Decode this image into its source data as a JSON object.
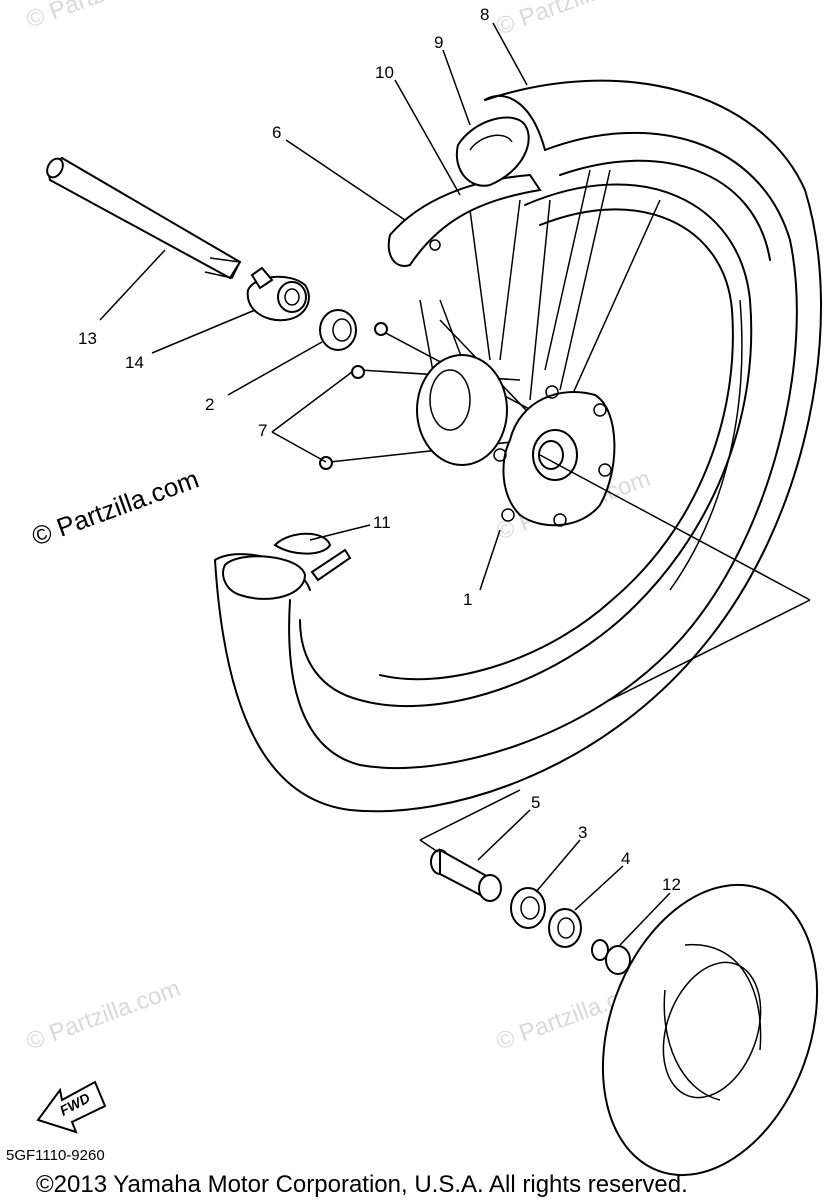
{
  "watermarks": [
    "© Partzilla.com",
    "© Partzilla.com",
    "© Partzilla.com",
    "© Partzilla.com",
    "© Partzilla.com",
    "© Partzilla.com"
  ],
  "main_watermark": "© Partzilla.com",
  "callouts": [
    {
      "num": "1"
    },
    {
      "num": "2"
    },
    {
      "num": "3"
    },
    {
      "num": "4"
    },
    {
      "num": "5"
    },
    {
      "num": "6"
    },
    {
      "num": "7"
    },
    {
      "num": "8"
    },
    {
      "num": "9"
    },
    {
      "num": "10"
    },
    {
      "num": "11"
    },
    {
      "num": "12"
    },
    {
      "num": "13"
    },
    {
      "num": "14"
    }
  ],
  "fwd_label": "FWD",
  "diagram_code": "5GF1110-9260",
  "copyright": "©2013  Yamaha Motor Corporation, U.S.A. All rights reserved."
}
